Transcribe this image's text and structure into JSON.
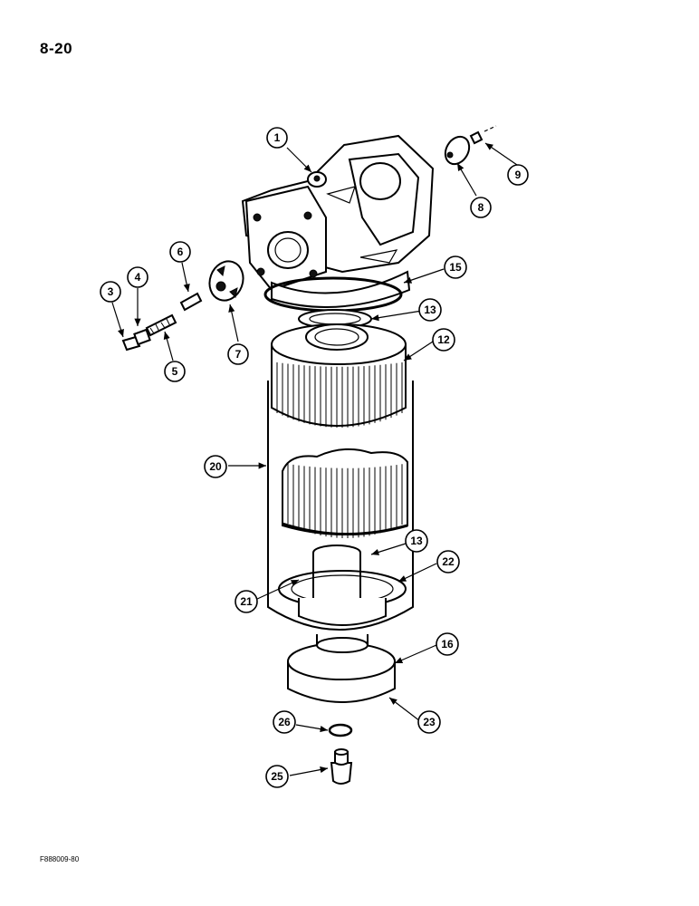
{
  "header": {
    "page_number": "8-20"
  },
  "footer": {
    "figure_code": "F888009-80"
  },
  "callouts": [
    "1",
    "3",
    "4",
    "5",
    "6",
    "7",
    "8",
    "9",
    "12",
    "13",
    "13",
    "15",
    "16",
    "20",
    "21",
    "22",
    "23",
    "25",
    "26"
  ]
}
